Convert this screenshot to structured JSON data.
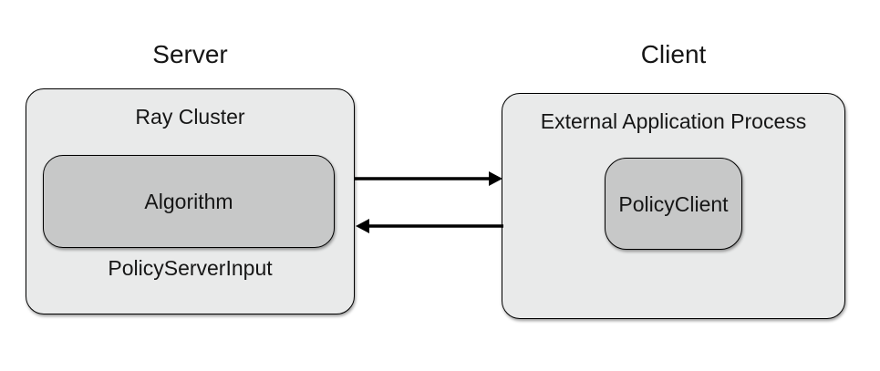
{
  "server": {
    "title": "Server",
    "cluster_label": "Ray Cluster",
    "algorithm_label": "Algorithm",
    "input_label": "PolicyServerInput"
  },
  "client": {
    "title": "Client",
    "process_label": "External Application Process",
    "policy_client_label": "PolicyClient"
  },
  "arrows": [
    {
      "name": "server-to-client",
      "from": "Server",
      "to": "Client",
      "direction": "right"
    },
    {
      "name": "client-to-server",
      "from": "Client",
      "to": "Server",
      "direction": "left"
    }
  ],
  "colors": {
    "background": "#ffffff",
    "outer_box_fill": "#e9eaea",
    "inner_box_fill": "#c7c8c8",
    "border": "#000000",
    "text": "#161616",
    "arrow": "#000000"
  }
}
